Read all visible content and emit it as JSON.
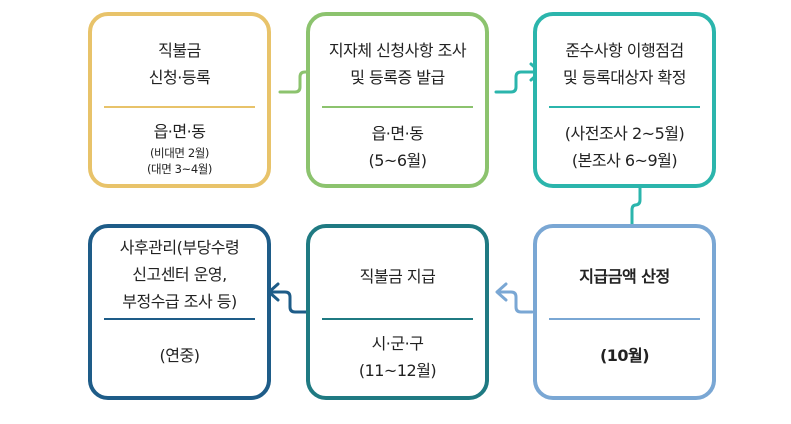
{
  "colors": {
    "box1": "#e8c36a",
    "box2": "#8cc36e",
    "box3": "#2bb5ac",
    "box4": "#7aa7d4",
    "box5": "#1f7a82",
    "box6": "#1e5c88",
    "arrow_top": "#8cc36e",
    "arrow_down": "#2bb5ac",
    "arrow_mid": "#7aa7d4",
    "arrow_left": "#1e5c88"
  },
  "steps": [
    {
      "title": [
        "직불금",
        "신청·등록"
      ],
      "detail": [
        "읍·면·동"
      ],
      "note": [
        "(비대면 2월)",
        "(대면 3~4월)"
      ]
    },
    {
      "title": [
        "지자체 신청사항 조사",
        "및 등록증 발급"
      ],
      "detail": [
        "읍·면·동",
        "(5~6월)"
      ]
    },
    {
      "title": [
        "준수사항 이행점검",
        "및 등록대상자 확정"
      ],
      "detail": [
        "(사전조사 2~5월)",
        "(본조사 6~9월)"
      ]
    },
    {
      "title": [
        "지급금액 산정"
      ],
      "detail": [
        "(10월)"
      ]
    },
    {
      "title": [
        "직불금 지급"
      ],
      "detail": [
        "시·군·구",
        "(11~12월)"
      ]
    },
    {
      "title": [
        "사후관리(부당수령",
        "신고센터 운영,",
        "부정수급 조사 등)"
      ],
      "detail": [
        "(연중)"
      ]
    }
  ]
}
